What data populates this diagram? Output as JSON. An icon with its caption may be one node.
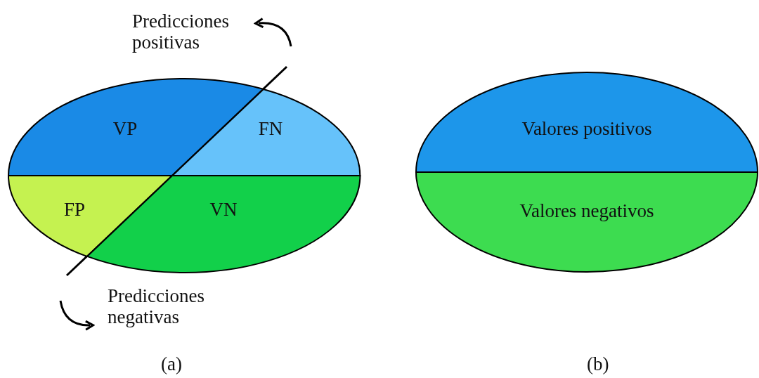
{
  "diagram": {
    "nodes": [
      {
        "text": [
          "VP"
        ]
      },
      {
        "text": [
          "FN"
        ]
      },
      {
        "text": [
          "FP"
        ]
      },
      {
        "text": [
          "VN"
        ]
      },
      {
        "text": [
          "Valores positivos"
        ]
      },
      {
        "text": [
          "Valores negativos"
        ]
      }
    ],
    "edges": [],
    "labels": [
      "Predicciones positivas",
      "Predicciones negativas",
      "(a)",
      "(b)"
    ]
  }
}
